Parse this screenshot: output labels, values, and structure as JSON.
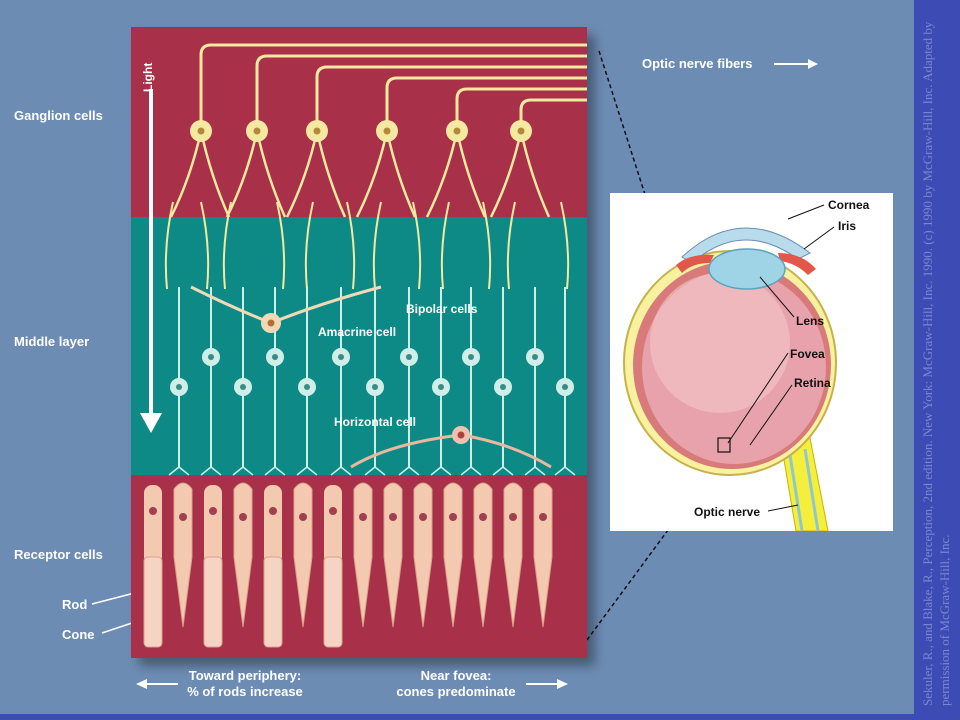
{
  "layers": {
    "ganglion": "Ganglion cells",
    "middle": "Middle layer",
    "receptor": "Receptor cells"
  },
  "receptor_types": {
    "rod": "Rod",
    "cone": "Cone"
  },
  "light_label": "Light",
  "cell_labels": {
    "optic_fibers": "Optic nerve fibers",
    "bipolar": "Bipolar cells",
    "amacrine": "Amacrine cell",
    "horizontal": "Horizontal cell"
  },
  "bottom_labels": {
    "periphery_line1": "Toward periphery:",
    "periphery_line2": "% of rods increase",
    "fovea_line1": "Near fovea:",
    "fovea_line2": "cones predominate"
  },
  "eye_labels": {
    "cornea": "Cornea",
    "iris": "Iris",
    "lens": "Lens",
    "fovea": "Fovea",
    "retina": "Retina",
    "optic_nerve": "Optic nerve"
  },
  "credit": "Sekuler, R., and Blake, R., Perception, 2nd edition. New York: McGraw-Hill, Inc. 1990. (c) 1990 by McGraw-Hill, Inc. Adapted by permission of McGraw-Hill, Inc.",
  "colors": {
    "background": "#6d8cb4",
    "crimson": "#a83049",
    "teal": "#0e8a86",
    "fiber": "#f3e9a0",
    "bipolar": "#cfeee8",
    "receptor": "#f3c9b0",
    "credit_strip": "#3d4bb5"
  }
}
